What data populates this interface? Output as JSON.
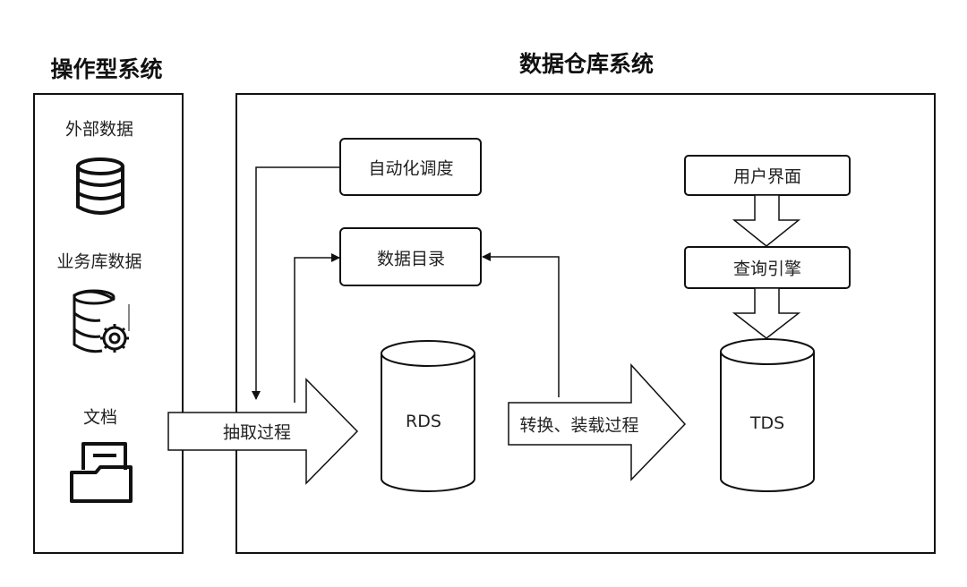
{
  "operational_system": {
    "title": "操作型系统",
    "sources": [
      {
        "label": "外部数据",
        "icon": "database-icon"
      },
      {
        "label": "业务库数据",
        "icon": "database-gear-icon"
      },
      {
        "label": "文档",
        "icon": "document-folder-icon"
      }
    ]
  },
  "warehouse_system": {
    "title": "数据仓库系统",
    "scheduler": "自动化调度",
    "catalog": "数据目录",
    "rds": "RDS",
    "tds": "TDS",
    "user_interface": "用户界面",
    "query_engine": "查询引擎"
  },
  "flows": {
    "extract": "抽取过程",
    "transform_load": "转换、装载过程"
  }
}
